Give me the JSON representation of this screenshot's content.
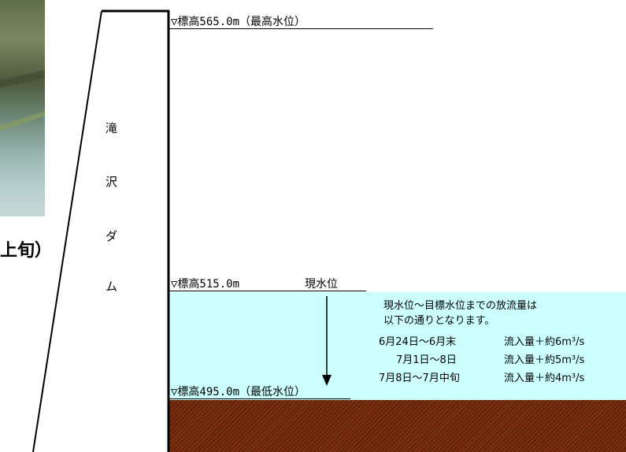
{
  "photo": {
    "name": "滝沢ダム写真"
  },
  "caption": "上旬）",
  "dam": {
    "chars": [
      "滝",
      "沢",
      "ダ",
      "ム"
    ]
  },
  "levels": {
    "max": "▽標高565.0m（最高水位）",
    "current": "▽標高515.0m",
    "current_label": "現水位",
    "min": "▽標高495.0m（最低水位）"
  },
  "info": {
    "line1": "現水位～目標水位までの放流量は",
    "line2": "以下の通りとなります。",
    "rows": [
      {
        "period": "6月24日～6月末",
        "flow": "流入量＋約6m³/s"
      },
      {
        "period": "7月1日～8日",
        "flow": "流入量＋約5m³/s"
      },
      {
        "period": "7月8日～7月中旬",
        "flow": "流入量＋約4m³/s"
      }
    ]
  },
  "colors": {
    "water": "#ccffff",
    "ground": "#7a2f0e"
  }
}
